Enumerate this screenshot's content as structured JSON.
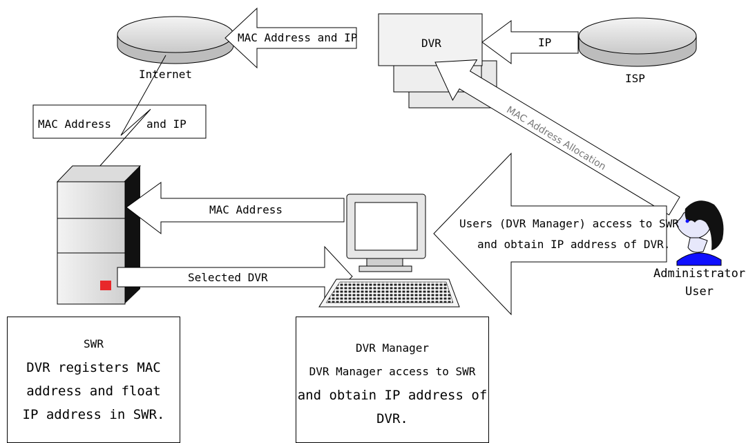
{
  "labels": {
    "internet": "Internet",
    "isp": "ISP",
    "dvr": "DVR",
    "mac_and_ip_top": "MAC Address and IP",
    "mac_address_left": "MAC Address",
    "and_ip_left": "and IP",
    "ip": "IP",
    "mac_allocation": "MAC Address Allocation",
    "mac_address_mid": "MAC Address",
    "selected_dvr": "Selected DVR",
    "users_line1": "Users (DVR Manager) access to SWR",
    "users_line2": "and obtain IP address of DVR.",
    "admin_line1": "Administrator/",
    "admin_line2": "User"
  },
  "swr_box": {
    "title": "SWR",
    "line1": "DVR registers MAC",
    "line2": "address and float",
    "line3": "IP address in SWR."
  },
  "manager_box": {
    "title": "DVR Manager",
    "line1": "DVR Manager access to SWR",
    "line2": "and obtain IP address of",
    "line3": "DVR."
  },
  "colors": {
    "server_red": "#e8282a",
    "skin": "#e7e8fb",
    "user_shirt": "#1010ff"
  }
}
